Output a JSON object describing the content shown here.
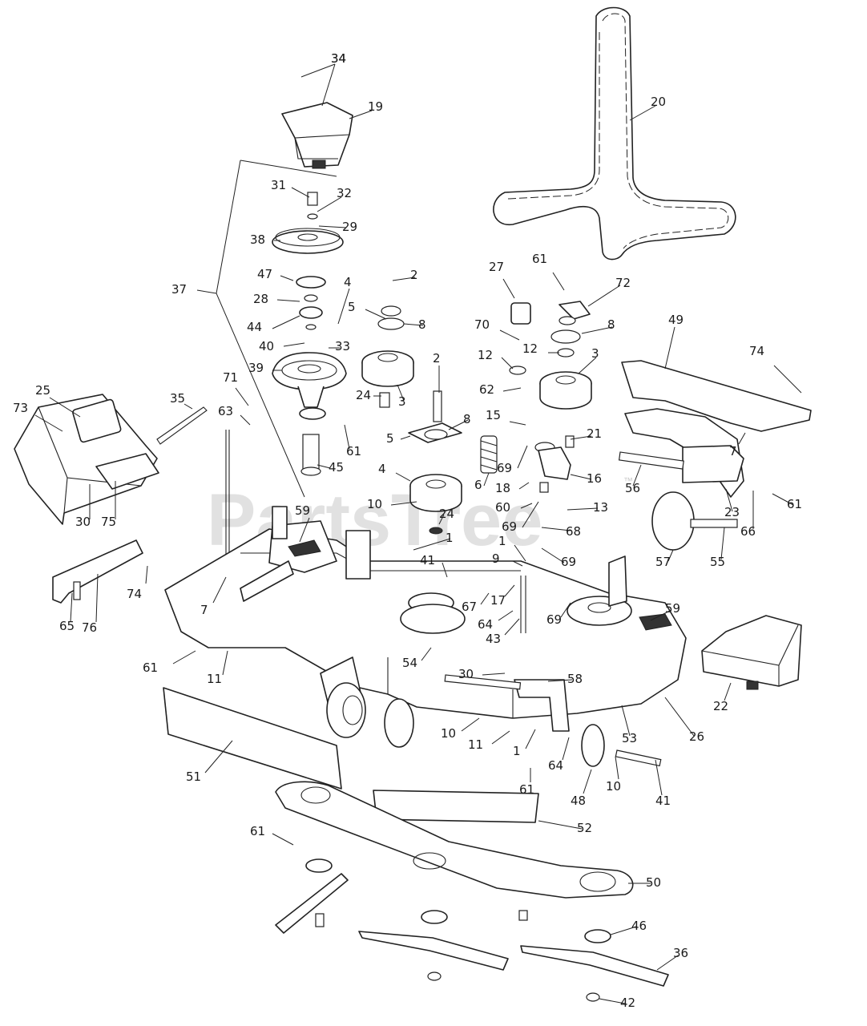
{
  "watermark": {
    "text": "PartsTree",
    "trademark": "™"
  },
  "callout_labels": [
    "34",
    "19",
    "20",
    "31",
    "32",
    "29",
    "38",
    "47",
    "4",
    "2",
    "28",
    "44",
    "40",
    "33",
    "39",
    "24",
    "3",
    "37",
    "27",
    "61",
    "72",
    "5",
    "8",
    "70",
    "12",
    "62",
    "49",
    "74",
    "35",
    "25",
    "73",
    "71",
    "63",
    "45",
    "10",
    "41",
    "1",
    "9",
    "15",
    "69",
    "18",
    "60",
    "13",
    "16",
    "68",
    "21",
    "56",
    "23",
    "66",
    "57",
    "55",
    "6",
    "59",
    "30",
    "75",
    "7",
    "76",
    "65",
    "11",
    "17",
    "67",
    "64",
    "43",
    "54",
    "58",
    "53",
    "26",
    "22",
    "51",
    "52",
    "50",
    "48",
    "46",
    "36",
    "42"
  ]
}
